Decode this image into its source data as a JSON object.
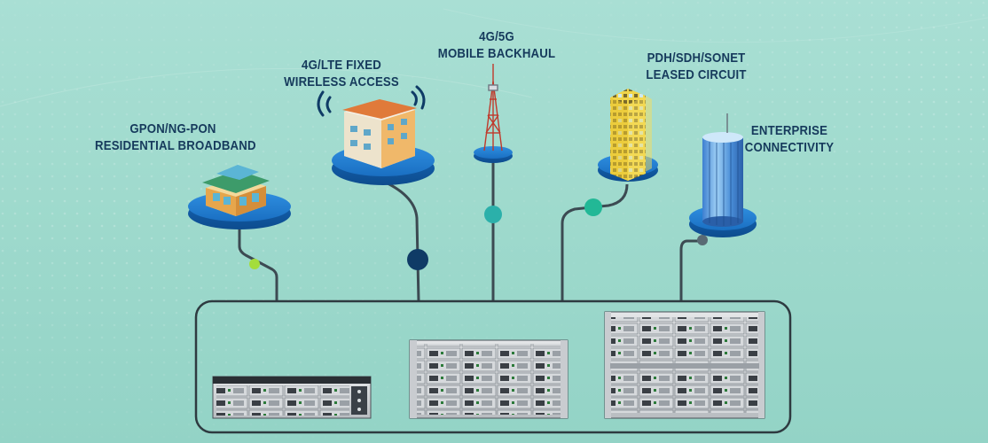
{
  "labels": {
    "gpon": {
      "line1": "GPON/NG-PON",
      "line2": "RESIDENTIAL BROADBAND"
    },
    "lte": {
      "line1": "4G/LTE FIXED",
      "line2": "WIRELESS ACCESS"
    },
    "mobile": {
      "line1": "4G/5G",
      "line2": "MOBILE BACKHAUL"
    },
    "pdh": {
      "line1": "PDH/SDH/SONET",
      "line2": "LEASED CIRCUIT"
    },
    "enterprise": {
      "line1": "ENTERPRISE",
      "line2": "CONNECTIVITY"
    }
  },
  "colors": {
    "background": "#a0dbce",
    "platform": "#1d75c8",
    "line": "#3c4a52",
    "node_lime": "#a4dd3c",
    "node_navy": "#0f3b66",
    "node_teal": "#2bb0aa",
    "node_green": "#22b896",
    "node_gray": "#596a74",
    "text": "#163a5c"
  },
  "icons": {
    "gpon": "house-icon",
    "lte": "apartment-building-icon",
    "mobile": "cell-tower-icon",
    "pdh": "skyscraper-icon",
    "enterprise": "glass-tower-icon",
    "equipment": [
      "small-chassis-icon",
      "medium-chassis-icon",
      "large-chassis-icon"
    ]
  }
}
